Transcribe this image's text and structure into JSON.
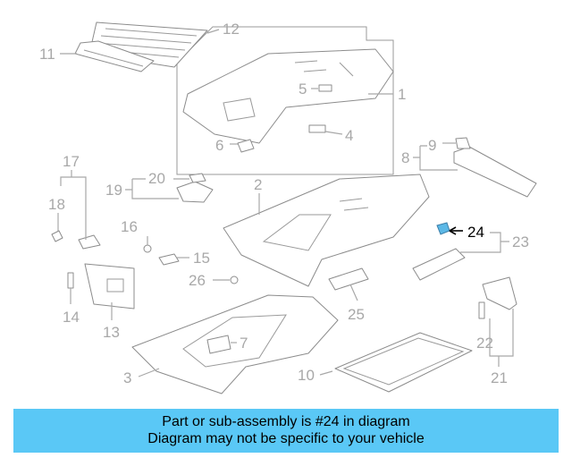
{
  "diagram": {
    "highlight_color": "#5cb8e6",
    "callouts": [
      "1",
      "2",
      "3",
      "4",
      "5",
      "6",
      "7",
      "8",
      "9",
      "10",
      "11",
      "12",
      "13",
      "14",
      "15",
      "16",
      "17",
      "18",
      "19",
      "20",
      "21",
      "22",
      "23",
      "24",
      "25",
      "26"
    ],
    "highlighted_callout": "24"
  },
  "banner": {
    "line1": "Part or sub-assembly is #24 in diagram",
    "line2": "Diagram may not be specific to your vehicle",
    "background": "#5ac8f6"
  }
}
